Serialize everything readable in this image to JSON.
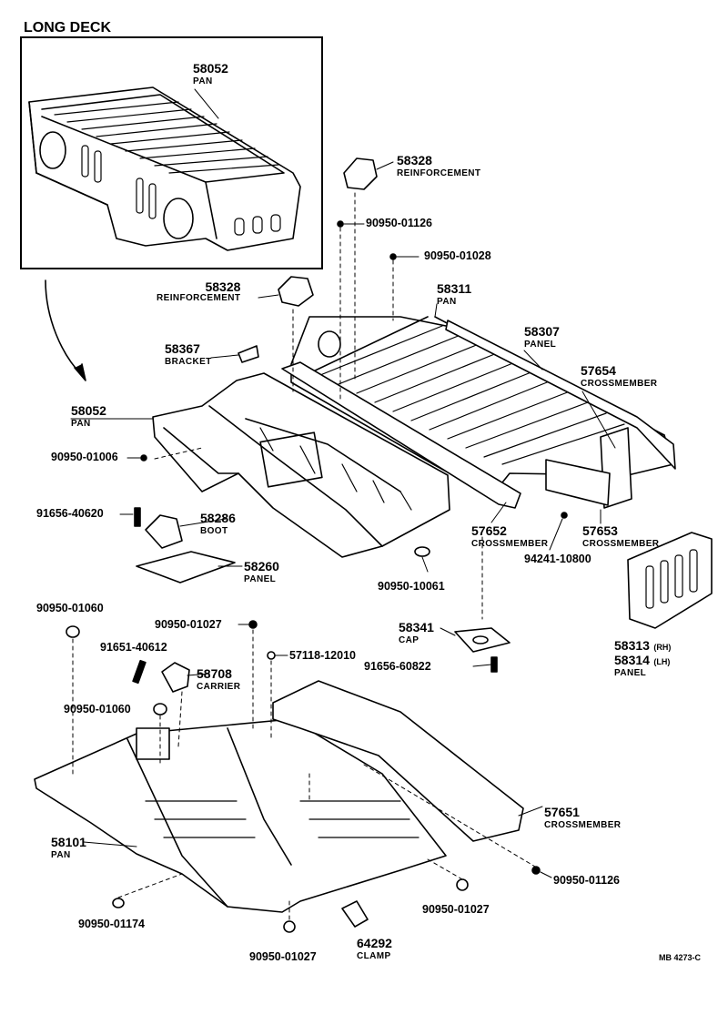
{
  "title": "LONG DECK",
  "code": "MB 4273-C",
  "parts": {
    "p58052_box": {
      "num": "58052",
      "name": "PAN"
    },
    "p58328_top": {
      "num": "58328",
      "name": "REINFORCEMENT"
    },
    "p58328_mid": {
      "num": "58328",
      "name": "REINFORCEMENT"
    },
    "p58311": {
      "num": "58311",
      "name": "PAN"
    },
    "p58307": {
      "num": "58307",
      "name": "PANEL"
    },
    "p57654": {
      "num": "57654",
      "name": "CROSSMEMBER"
    },
    "p58367": {
      "num": "58367",
      "name": "BRACKET"
    },
    "p58052": {
      "num": "58052",
      "name": "PAN"
    },
    "p58286": {
      "num": "58286",
      "name": "BOOT"
    },
    "p58260": {
      "num": "58260",
      "name": "PANEL"
    },
    "p57652": {
      "num": "57652",
      "name": "CROSSMEMBER"
    },
    "p57653": {
      "num": "57653",
      "name": "CROSSMEMBER"
    },
    "p58313": {
      "num": "58313",
      "suffix": "(RH)"
    },
    "p58314": {
      "num": "58314",
      "suffix": "(LH)",
      "name": "PANEL"
    },
    "p58341": {
      "num": "58341",
      "name": "CAP"
    },
    "p58708": {
      "num": "58708",
      "name": "CARRIER"
    },
    "p57651": {
      "num": "57651",
      "name": "CROSSMEMBER"
    },
    "p58101": {
      "num": "58101",
      "name": "PAN"
    },
    "p64292": {
      "num": "64292",
      "name": "CLAMP"
    }
  },
  "part_numbers": {
    "n1": "90950-01126",
    "n2": "90950-01028",
    "n3": "90950-01006",
    "n4": "91656-40620",
    "n5": "90950-10061",
    "n6": "94241-10800",
    "n7": "90950-01060",
    "n8": "90950-01027",
    "n9": "91651-40612",
    "n10": "57118-12010",
    "n11": "91656-60822",
    "n12": "90950-01060",
    "n13": "90950-01126",
    "n14": "90950-01027",
    "n15": "90950-01174",
    "n16": "90950-01027"
  }
}
